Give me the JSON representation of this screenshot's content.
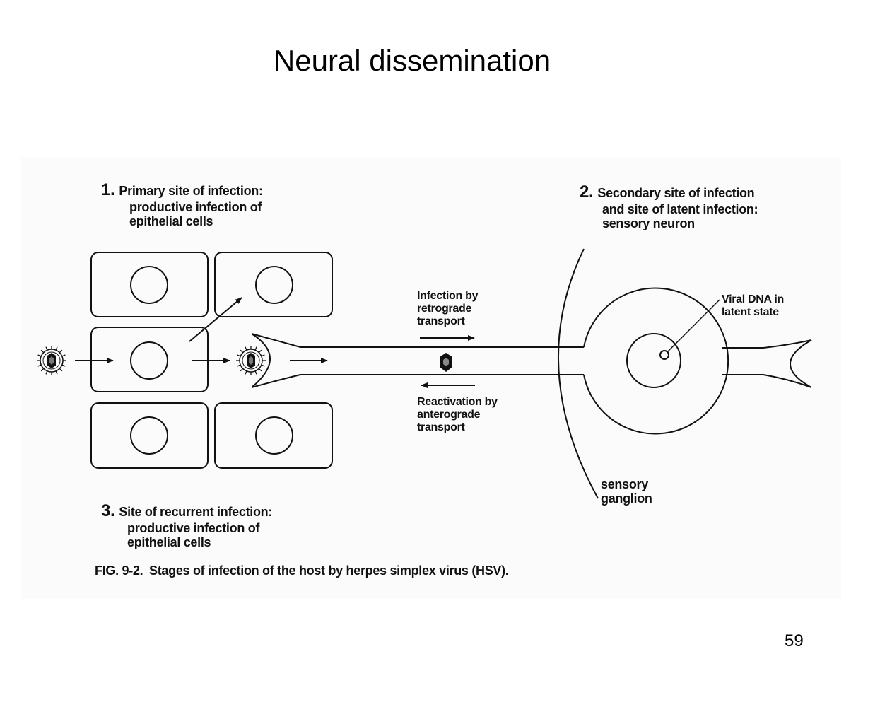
{
  "slide": {
    "title": "Neural dissemination",
    "page_number": "59"
  },
  "figure": {
    "stage1": {
      "number": "1.",
      "line1": "Primary site of infection:",
      "line2": "productive infection of",
      "line3": "epithelial cells"
    },
    "stage2": {
      "number": "2.",
      "line1": "Secondary site of infection",
      "line2": "and site of latent infection:",
      "line3": "sensory neuron"
    },
    "stage3": {
      "number": "3.",
      "line1": "Site of recurrent infection:",
      "line2": "productive infection of",
      "line3": "epithelial cells"
    },
    "retrograde": {
      "line1": "Infection by",
      "line2": "retrograde",
      "line3": "transport"
    },
    "anterograde": {
      "line1": "Reactivation by",
      "line2": "anterograde",
      "line3": "transport"
    },
    "viral_dna": {
      "line1": "Viral DNA in",
      "line2": "latent state"
    },
    "ganglion": {
      "line1": "sensory",
      "line2": "ganglion"
    },
    "caption": {
      "prefix": "FIG. 9-2.",
      "text": "Stages of infection of the host by herpes simplex virus (HSV)."
    }
  }
}
